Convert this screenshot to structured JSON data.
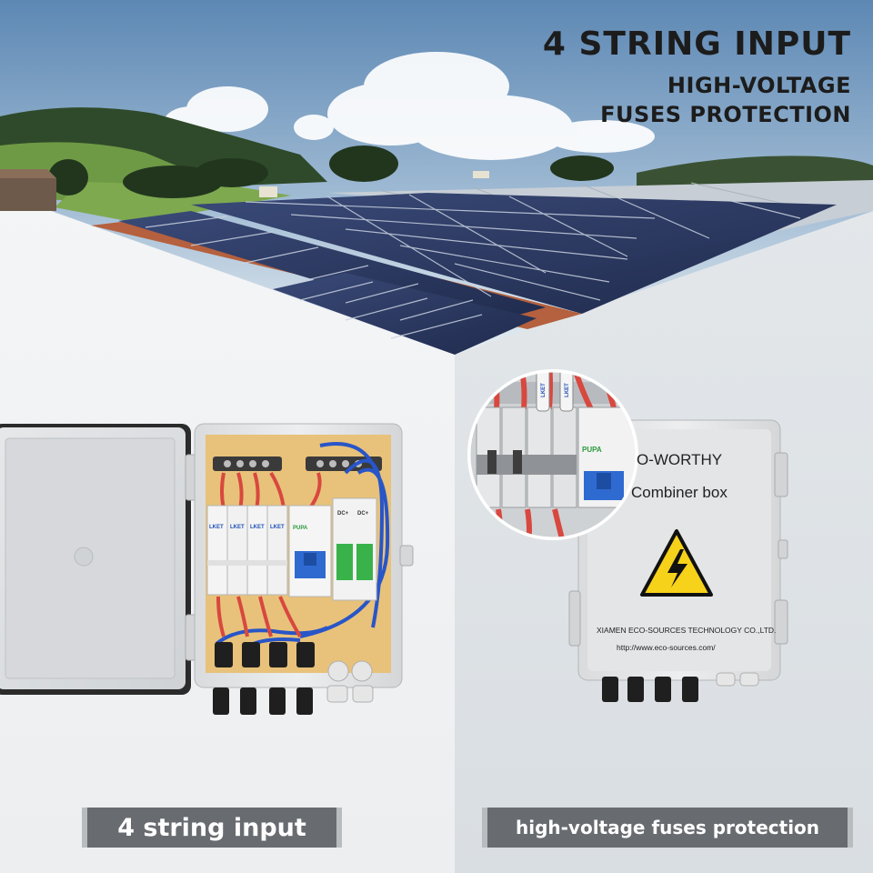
{
  "headline": {
    "title": "4 STRING INPUT",
    "subtitle_line1": "HIGH-VOLTAGE",
    "subtitle_line2": "FUSES PROTECTION"
  },
  "banners": {
    "left": "4 string input",
    "right": "high-voltage fuses protection"
  },
  "combiner_box": {
    "brand_text": "O-WORTHY",
    "title_text": "Combiner box",
    "company_text": "XIAMEN ECO-SOURCES TECHNOLOGY CO.,LTD.",
    "url_text": "http://www.eco-sources.com/"
  },
  "labels": {
    "fuse_brand": "LKET",
    "breaker_brand": "PUPA",
    "spd_label": "DC+"
  },
  "colors": {
    "sky_top": "#5d88b4",
    "sky_bottom": "#e6edf2",
    "hill": "#2f4a2a",
    "field": "#6f9a45",
    "panel": "#27345a",
    "roof": "#b5603e",
    "box_shell": "#e4e6e8",
    "backplate": "#e8c27a",
    "wire_blue": "#2855c8",
    "wire_red": "#d8483f",
    "banner_bg": "#686c70",
    "warning_yellow": "#f6d21a"
  }
}
